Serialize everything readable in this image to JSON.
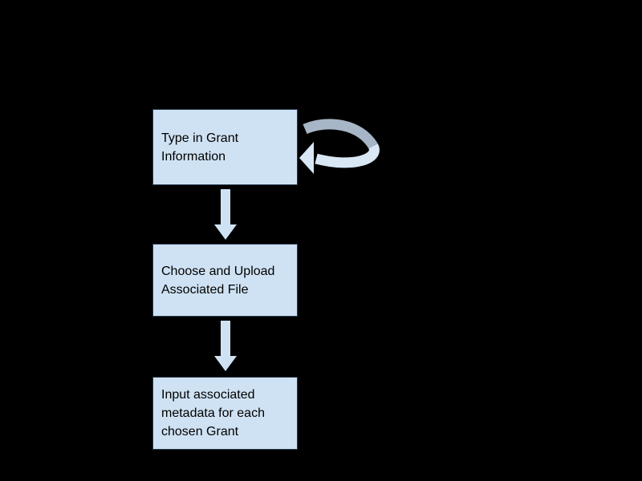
{
  "flowchart": {
    "steps": [
      {
        "label": "Type in Grant Information"
      },
      {
        "label": "Choose and Upload Associated File"
      },
      {
        "label": "Input associated metadata for each chosen Grant"
      }
    ],
    "connectors": [
      {
        "icon": "loop-arrow-icon",
        "type": "self-loop-on-step-1"
      },
      {
        "icon": "down-arrow-icon",
        "type": "step-1-to-step-2"
      },
      {
        "icon": "down-arrow-icon",
        "type": "step-2-to-step-3"
      }
    ]
  },
  "colors": {
    "background": "#000000",
    "box_fill": "#cfe2f3",
    "box_border": "#24384a",
    "box_text": "#000000",
    "down_arrow": "#cfe2f3",
    "loop_arrow_top": "#a7b6c6",
    "loop_arrow_bottom": "#d9e6f4"
  }
}
